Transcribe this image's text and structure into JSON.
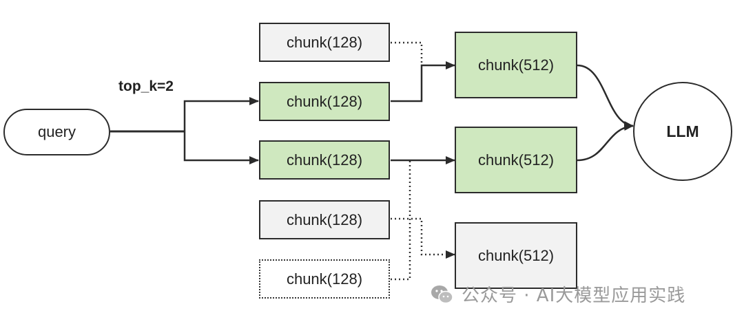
{
  "diagram": {
    "query_label": "query",
    "topk_label": "top_k=2",
    "llm_label": "LLM",
    "small_chunks": [
      {
        "label": "chunk(128)",
        "state": "unselected"
      },
      {
        "label": "chunk(128)",
        "state": "selected"
      },
      {
        "label": "chunk(128)",
        "state": "selected"
      },
      {
        "label": "chunk(128)",
        "state": "unselected"
      },
      {
        "label": "chunk(128)",
        "state": "dashed"
      }
    ],
    "large_chunks": [
      {
        "label": "chunk(512)",
        "state": "selected"
      },
      {
        "label": "chunk(512)",
        "state": "selected"
      },
      {
        "label": "chunk(512)",
        "state": "unselected"
      }
    ],
    "colors": {
      "selected_fill": "#cfe8bf",
      "unselected_fill": "#f2f2f2",
      "stroke": "#2b2b2b"
    }
  },
  "watermark": {
    "text": "公众号 · AI大模型应用实践",
    "icon": "wechat-icon"
  }
}
